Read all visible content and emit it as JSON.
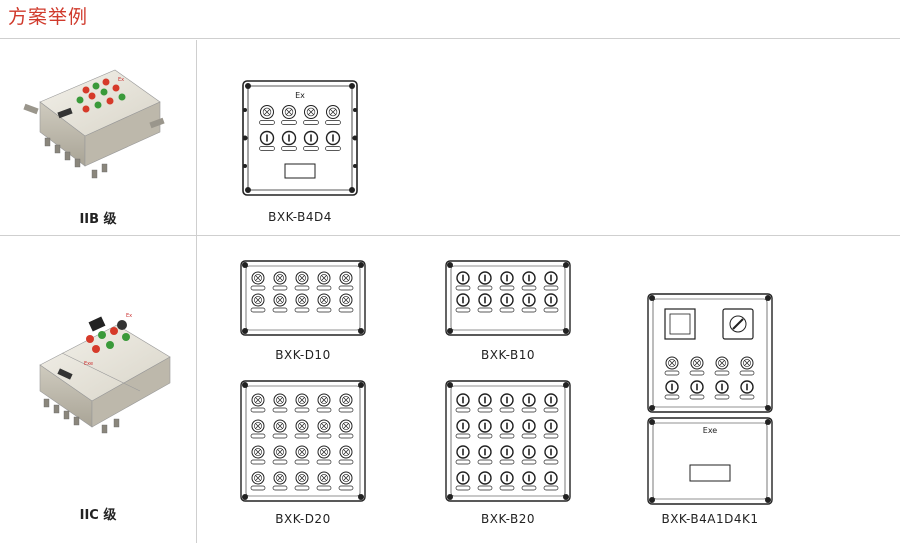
{
  "page_title": "方案举例",
  "rows": [
    {
      "grade": "IIB 级"
    },
    {
      "grade": "IIC 级"
    }
  ],
  "diagrams": [
    {
      "model": "BXK-B4D4",
      "ex_mark": "Ex"
    },
    {
      "model": "BXK-D10"
    },
    {
      "model": "BXK-B10"
    },
    {
      "model": "BXK-D20"
    },
    {
      "model": "BXK-B20"
    },
    {
      "model": "BXK-B4A1D4K1",
      "ex_mark": "Exe"
    }
  ],
  "photo_marks": [
    "Ex",
    "Exe"
  ],
  "colors": {
    "title": "#d03a2c",
    "lines": "#cfcfcf",
    "drawing": "#222222"
  }
}
